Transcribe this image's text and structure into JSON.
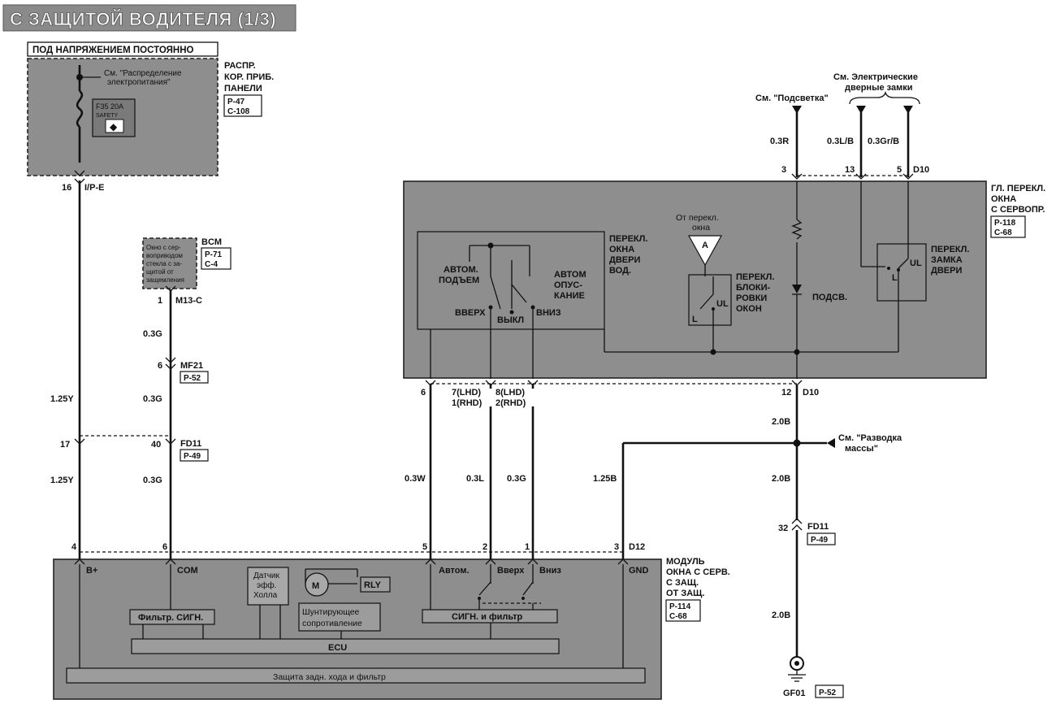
{
  "header": {
    "title": "С ЗАЩИТОЙ ВОДИТЕЛЯ (1/3)"
  },
  "fuse_box": {
    "banner": "ПОД НАПРЯЖЕНИЕМ ПОСТОЯННО",
    "label": [
      "РАСПР.",
      "КОР. ПРИБ.",
      "ПАНЕЛИ"
    ],
    "refs": [
      "P-47",
      "C-108"
    ],
    "note": [
      "См. \"Распределение",
      "электропитания\""
    ],
    "fuse": [
      "F35 20A",
      "SAFETY"
    ],
    "pin": "16",
    "connector": "I/P-E"
  },
  "bcm": {
    "label": "BCM",
    "refs": [
      "P-71",
      "C-4"
    ],
    "inner_text": [
      "Окно с сер-",
      "воприводом",
      "стекла с за-",
      "щитой от",
      "защемления"
    ],
    "pin": "1",
    "connector": "M13-C"
  },
  "connectors": {
    "mf21": {
      "pin": "6",
      "name": "MF21",
      "ref": "P-52"
    },
    "fd11_left": {
      "pin_a": "17",
      "pin_b": "40",
      "name": "FD11",
      "ref": "P-49"
    },
    "fd11_right": {
      "pin": "32",
      "name": "FD11",
      "ref": "P-49"
    }
  },
  "wires": {
    "bplus_top": "1.25Y",
    "bplus_bottom": "1.25Y",
    "com_1": "0.3G",
    "com_2": "0.3G",
    "com_3": "0.3G",
    "auto": "0.3W",
    "up": "0.3L",
    "down": "0.3G",
    "gnd_module": "1.25B",
    "gnd_1": "2.0B",
    "gnd_2": "2.0B",
    "gnd_3": "2.0B",
    "illum": "0.3R",
    "lock_1": "0.3L/B",
    "lock_2": "0.3Gr/B"
  },
  "main_switch": {
    "label": [
      "ГЛ. ПЕРЕКЛ.",
      "ОКНА",
      "С СЕРВОПР."
    ],
    "refs": [
      "P-118",
      "C-68"
    ],
    "top_pins": [
      "3",
      "13",
      "5"
    ],
    "top_connector": "D10",
    "bottom_pins": [
      "6",
      "7(LHD)",
      "1(RHD)",
      "8(LHD)",
      "2(RHD)",
      "12"
    ],
    "bottom_connector": "D10",
    "driver_switch_label": [
      "ПЕРЕКЛ.",
      "ОКНА",
      "ДВЕРИ",
      "ВОД."
    ],
    "auto_up": [
      "АВТОМ.",
      "ПОДЪЕМ"
    ],
    "auto_down": [
      "АВТОМ",
      "ОПУС-",
      "КАНИЕ"
    ],
    "up": "ВВЕРХ",
    "off": "ВЫКЛ",
    "down": "ВНИЗ",
    "from_switch": [
      "От перекл.",
      "окна"
    ],
    "connector_a": "A",
    "lockout_label": [
      "ПЕРЕКЛ.",
      "БЛОКИ-",
      "РОВКИ",
      "ОКОН"
    ],
    "lockout_ul": "UL",
    "lockout_l": "L",
    "illum_label": "ПОДСВ.",
    "door_lock_label": [
      "ПЕРЕКЛ.",
      "ЗАМКА",
      "ДВЕРИ"
    ],
    "door_lock_ul": "UL",
    "door_lock_l": "L"
  },
  "notes": {
    "illumination": "См. \"Подсветка\"",
    "door_locks": [
      "См. Электрические",
      "дверные замки"
    ],
    "ground": [
      "См. \"Разводка",
      "массы\""
    ]
  },
  "module": {
    "label": [
      "МОДУЛЬ",
      "ОКНА С СЕРВ.",
      "С ЗАЩ.",
      "ОТ ЗАЩ."
    ],
    "refs": [
      "P-114",
      "C-68"
    ],
    "pins": [
      "4",
      "6",
      "5",
      "2",
      "1",
      "3"
    ],
    "connector": "D12",
    "terminals": [
      "B+",
      "COM",
      "Автом.",
      "Вверх",
      "Вниз",
      "GND"
    ],
    "filter": "Фильтр. СИГН.",
    "hall": [
      "Датчик",
      "эфф.",
      "Холла"
    ],
    "motor": "M",
    "relay": "RLY",
    "shunt": [
      "Шунтирующее",
      "сопротивление"
    ],
    "sig_filter": "СИГН. и фильтр",
    "ecu": "ECU",
    "protect": "Защита задн. хода и фильтр"
  },
  "ground_point": {
    "name": "GF01",
    "ref": "P-52"
  }
}
